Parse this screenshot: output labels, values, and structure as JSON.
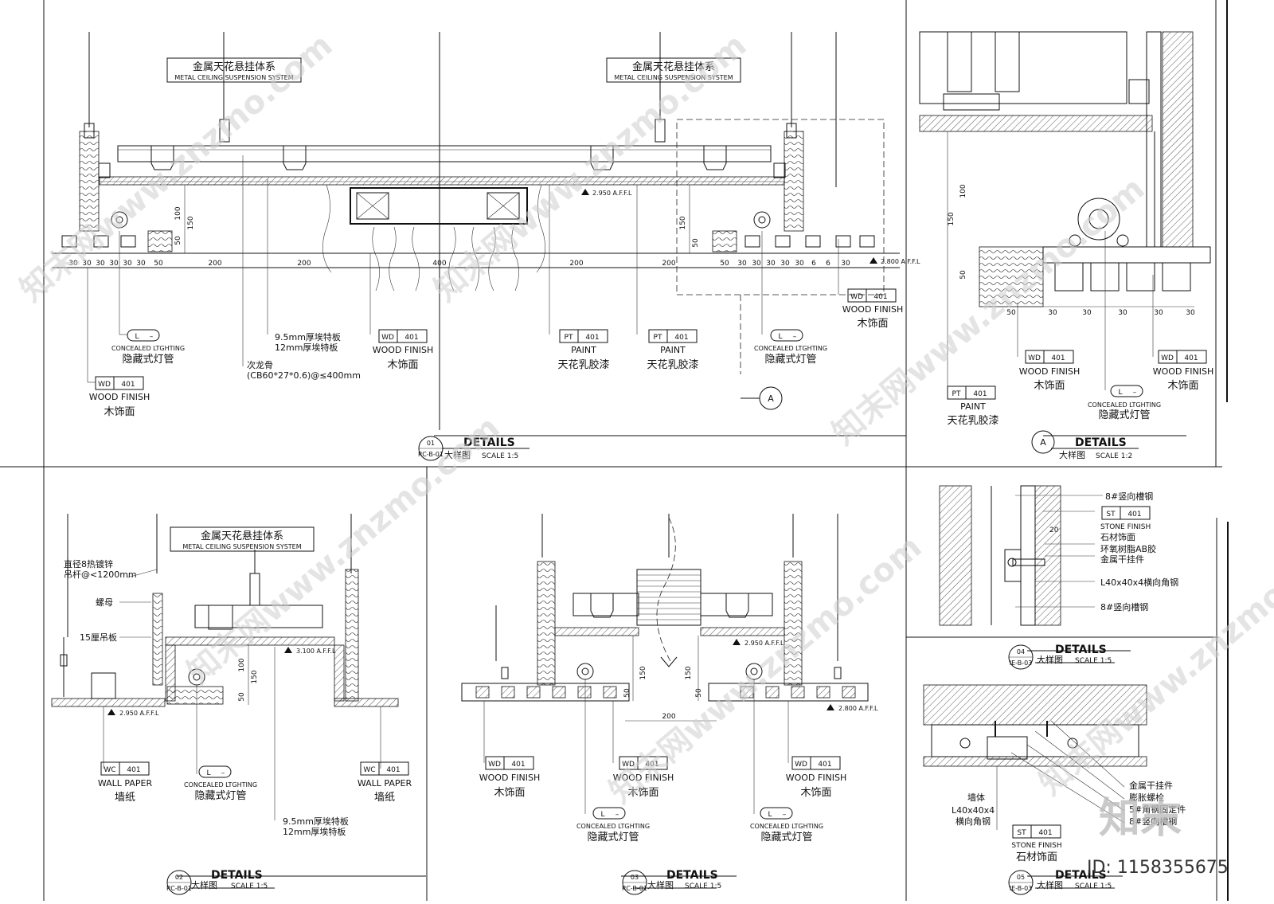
{
  "drawings": {
    "d01": {
      "title": "DETAILS",
      "no": "01",
      "ref": "RC-B-01",
      "cn_title": "大样图",
      "scale": "SCALE 1:5",
      "suspension_cn": "金属天花悬挂体系",
      "suspension_en": "METAL CEILING SUSPENSION SYSTEM",
      "level1": "2.950 A.F.F.L",
      "level2": "2.800 A.F.F.L",
      "dims_left": [
        "30",
        "30",
        "30",
        "30",
        "30",
        "30",
        "50",
        "200",
        "200",
        "400",
        "200",
        "200"
      ],
      "dims_right": [
        "50",
        "30",
        "30",
        "30",
        "30",
        "30",
        "6",
        "6",
        "30"
      ],
      "v_dims": [
        "100",
        "150",
        "50"
      ],
      "callouts": [
        {
          "code": "L",
          "num": "–",
          "en": "CONCEALED LTGHTING",
          "cn": "隐藏式灯管"
        },
        {
          "code": "WD",
          "num": "401",
          "en": "WOOD FINISH",
          "cn": "木饰面"
        },
        {
          "code": "WD",
          "num": "401",
          "en": "WOOD FINISH",
          "cn": "木饰面"
        },
        {
          "code": "PT",
          "num": "401",
          "en": "PAINT",
          "cn": "天花乳胶漆"
        },
        {
          "code": "PT",
          "num": "401",
          "en": "PAINT",
          "cn": "天花乳胶漆"
        },
        {
          "code": "L",
          "num": "–",
          "en": "CONCEALED LTGHTING",
          "cn": "隐藏式灯管"
        },
        {
          "code": "WD",
          "num": "401",
          "en": "WOOD FINISH",
          "cn": "木饰面"
        }
      ],
      "board_note1": "9.5mm厚埃特板",
      "board_note2": "12mm厚埃特板",
      "keel_note1": "次龙骨",
      "keel_note2": "(CB60*27*0.6)@≤400mm",
      "detail_mark": "A"
    },
    "dA": {
      "title": "DETAILS",
      "no": "A",
      "cn_title": "大样图",
      "scale": "SCALE 1:2",
      "v_dims": [
        "100",
        "150",
        "50"
      ],
      "h_dims": [
        "50",
        "30",
        "30",
        "30",
        "30",
        "30"
      ],
      "callouts": [
        {
          "code": "PT",
          "num": "401",
          "en": "PAINT",
          "cn": "天花乳胶漆"
        },
        {
          "code": "WD",
          "num": "401",
          "en": "WOOD FINISH",
          "cn": "木饰面"
        },
        {
          "code": "L",
          "num": "–",
          "en": "CONCEALED LTGHTING",
          "cn": "隐藏式灯管"
        },
        {
          "code": "WD",
          "num": "401",
          "en": "WOOD FINISH",
          "cn": "木饰面"
        }
      ]
    },
    "d02": {
      "title": "DETAILS",
      "no": "02",
      "ref": "RC-B-01",
      "cn_title": "大样图",
      "scale": "SCALE 1:5",
      "suspension_cn": "金属天花悬挂体系",
      "suspension_en": "METAL CEILING SUSPENSION SYSTEM",
      "notes": [
        "直径8热镀锌",
        "吊杆@<1200mm",
        "螺母",
        "15厘吊板"
      ],
      "level1": "3.100 A.F.F.L",
      "level2": "2.950 A.F.F.L",
      "v_dims": [
        "100",
        "150",
        "50"
      ],
      "callouts": [
        {
          "code": "WC",
          "num": "401",
          "en": "WALL PAPER",
          "cn": "墙纸"
        },
        {
          "code": "L",
          "num": "–",
          "en": "CONCEALED LTGHTING",
          "cn": "隐藏式灯管"
        },
        {
          "code": "WC",
          "num": "401",
          "en": "WALL PAPER",
          "cn": "墙纸"
        }
      ],
      "board_note1": "9.5mm厚埃特板",
      "board_note2": "12mm厚埃特板"
    },
    "d03": {
      "title": "DETAILS",
      "no": "03",
      "ref": "RC-B-01",
      "cn_title": "大样图",
      "scale": "SCALE 1:5",
      "level1": "2.950 A.F.F.L",
      "level2": "2.800 A.F.F.L",
      "dim_w": "200",
      "v_dims": [
        "150",
        "50",
        "150",
        "50"
      ],
      "callouts": [
        {
          "code": "WD",
          "num": "401",
          "en": "WOOD FINISH",
          "cn": "木饰面"
        },
        {
          "code": "WD",
          "num": "401",
          "en": "WOOD FINISH",
          "cn": "木饰面"
        },
        {
          "code": "WD",
          "num": "401",
          "en": "WOOD FINISH",
          "cn": "木饰面"
        },
        {
          "code": "L",
          "num": "–",
          "en": "CONCEALED LTGHTING",
          "cn": "隐藏式灯管"
        },
        {
          "code": "L",
          "num": "–",
          "en": "CONCEALED LTGHTING",
          "cn": "隐藏式灯管"
        }
      ]
    },
    "d04": {
      "title": "DETAILS",
      "no": "04",
      "ref": "IE-B-03",
      "cn_title": "大样图",
      "scale": "SCALE 1:5",
      "notes": [
        "8#竖向槽钢",
        "石材饰面",
        "环氧树脂AB胶",
        "金属干挂件",
        "L40x40x4横向角钢",
        "8#竖向槽钢"
      ],
      "dim": "20",
      "callout": {
        "code": "ST",
        "num": "401",
        "en": "STONE FINISH"
      }
    },
    "d05": {
      "title": "DETAILS",
      "no": "05",
      "ref": "IE-B-03",
      "cn_title": "大样图",
      "scale": "SCALE 1:5",
      "notes": [
        "金属干挂件",
        "膨胀螺栓",
        "5#角钢固定件",
        "8#竖向槽钢",
        "墙体",
        "L40x40x4",
        "横向角钢"
      ],
      "callout": {
        "code": "ST",
        "num": "401",
        "en": "STONE FINISH",
        "cn": "石材饰面"
      }
    }
  },
  "watermark": {
    "text": "知末网www.znzmo.com",
    "brand": "知末",
    "id": "ID: 1158355675"
  }
}
